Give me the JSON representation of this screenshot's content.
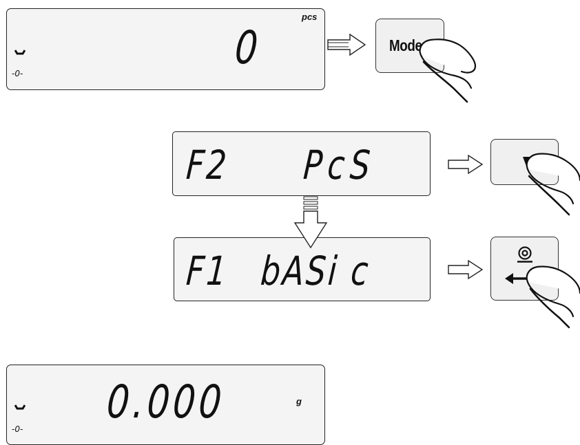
{
  "display_top": {
    "value": "0",
    "unit": "pcs",
    "zero_indicator": "-0-",
    "stable_icon": "stability-marker-icon"
  },
  "mode_key": {
    "label": "Mode",
    "icon": "finger-press-icon"
  },
  "display_f2": {
    "left": "F2",
    "right": "PcS"
  },
  "down_key": {
    "icon": "down-arrow-key-icon",
    "icon2": "finger-press-icon"
  },
  "display_f1": {
    "left": "F1",
    "right": "bASi c"
  },
  "enter_key": {
    "icon": "print-enter-key-icon",
    "icon2": "finger-press-icon"
  },
  "display_bottom": {
    "value": "0.000",
    "unit": "g",
    "zero_indicator": "-0-",
    "stable_icon": "stability-marker-icon"
  },
  "colors": {
    "outline": "#222222",
    "display_bg": "#f4f4f4",
    "arrow_fill": "#ffffff"
  }
}
